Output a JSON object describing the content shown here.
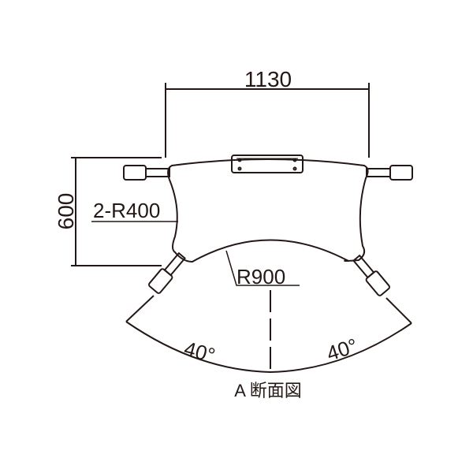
{
  "drawing": {
    "width_dim": "1130",
    "depth_dim": "600",
    "corner_radius": "2-R400",
    "inner_radius": "R900",
    "angle_left": "40°",
    "angle_right": "40°",
    "caption": "A 断面図"
  },
  "colors": {
    "line": "#231815",
    "background": "#ffffff"
  }
}
